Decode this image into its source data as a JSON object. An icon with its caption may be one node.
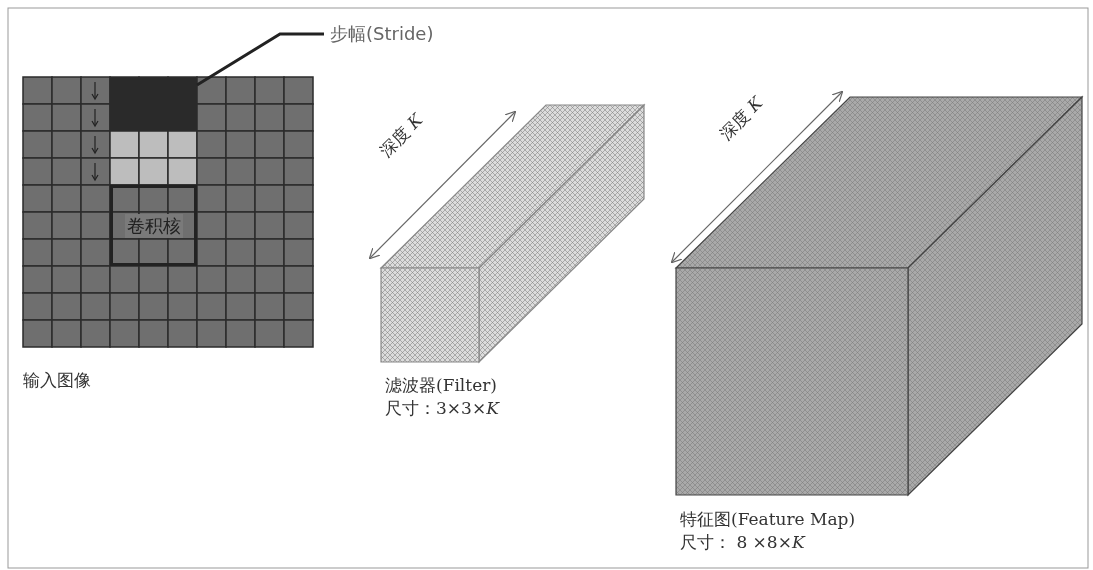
{
  "diagram": {
    "nodes": [
      {
        "text": [
          "步幅(Stride)"
        ]
      },
      {
        "text": [
          "输入图像"
        ]
      },
      {
        "text": [],
        "shape": "box",
        "in": 1
      },
      {
        "text": [
          "卷积核"
        ],
        "in": 1
      },
      {
        "text": [
          "滤波器(Filter)",
          "尺寸：3×3×*K*"
        ]
      },
      {
        "text": [
          "特征图(Feature Map)",
          "尺寸： 8 ×8×*K*"
        ]
      }
    ],
    "edges": [
      {
        "from": 0,
        "to": 2,
        "arrow": "none"
      }
    ],
    "labels": [
      "深度 *K*",
      "深度 *K*"
    ]
  }
}
